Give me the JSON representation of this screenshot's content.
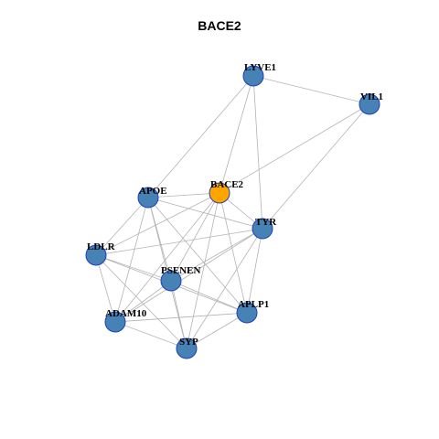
{
  "title": "BACE2",
  "colors": {
    "node_default": "#4682b4",
    "node_focus": "#ffa500",
    "node_border": "#1f3fbf",
    "edge": "#b3b3b3"
  },
  "nodes": [
    {
      "id": "LYVE1",
      "label": "LYVE1",
      "focus": false
    },
    {
      "id": "VIL1",
      "label": "VIL1",
      "focus": false
    },
    {
      "id": "BACE2",
      "label": "BACE2",
      "focus": true
    },
    {
      "id": "APOE",
      "label": "APOE",
      "focus": false
    },
    {
      "id": "TYR",
      "label": "TYR",
      "focus": false
    },
    {
      "id": "LDLR",
      "label": "LDLR",
      "focus": false
    },
    {
      "id": "PSENEN",
      "label": "PSENEN",
      "focus": false
    },
    {
      "id": "APLP1",
      "label": "APLP1",
      "focus": false
    },
    {
      "id": "ADAM10",
      "label": "ADAM10",
      "focus": false
    },
    {
      "id": "SYP",
      "label": "SYP",
      "focus": false
    }
  ],
  "edges": [
    [
      "LYVE1",
      "VIL1"
    ],
    [
      "LYVE1",
      "APOE"
    ],
    [
      "LYVE1",
      "BACE2"
    ],
    [
      "LYVE1",
      "TYR"
    ],
    [
      "VIL1",
      "BACE2"
    ],
    [
      "VIL1",
      "TYR"
    ],
    [
      "APOE",
      "BACE2"
    ],
    [
      "APOE",
      "TYR"
    ],
    [
      "APOE",
      "LDLR"
    ],
    [
      "APOE",
      "PSENEN"
    ],
    [
      "APOE",
      "APLP1"
    ],
    [
      "APOE",
      "ADAM10"
    ],
    [
      "APOE",
      "SYP"
    ],
    [
      "BACE2",
      "TYR"
    ],
    [
      "BACE2",
      "PSENEN"
    ],
    [
      "BACE2",
      "APLP1"
    ],
    [
      "BACE2",
      "ADAM10"
    ],
    [
      "BACE2",
      "SYP"
    ],
    [
      "BACE2",
      "LDLR"
    ],
    [
      "TYR",
      "LDLR"
    ],
    [
      "TYR",
      "PSENEN"
    ],
    [
      "TYR",
      "APLP1"
    ],
    [
      "TYR",
      "ADAM10"
    ],
    [
      "TYR",
      "SYP"
    ],
    [
      "LDLR",
      "PSENEN"
    ],
    [
      "LDLR",
      "APLP1"
    ],
    [
      "LDLR",
      "ADAM10"
    ],
    [
      "LDLR",
      "SYP"
    ],
    [
      "PSENEN",
      "APLP1"
    ],
    [
      "PSENEN",
      "ADAM10"
    ],
    [
      "PSENEN",
      "SYP"
    ],
    [
      "APLP1",
      "ADAM10"
    ],
    [
      "APLP1",
      "SYP"
    ],
    [
      "ADAM10",
      "SYP"
    ]
  ]
}
